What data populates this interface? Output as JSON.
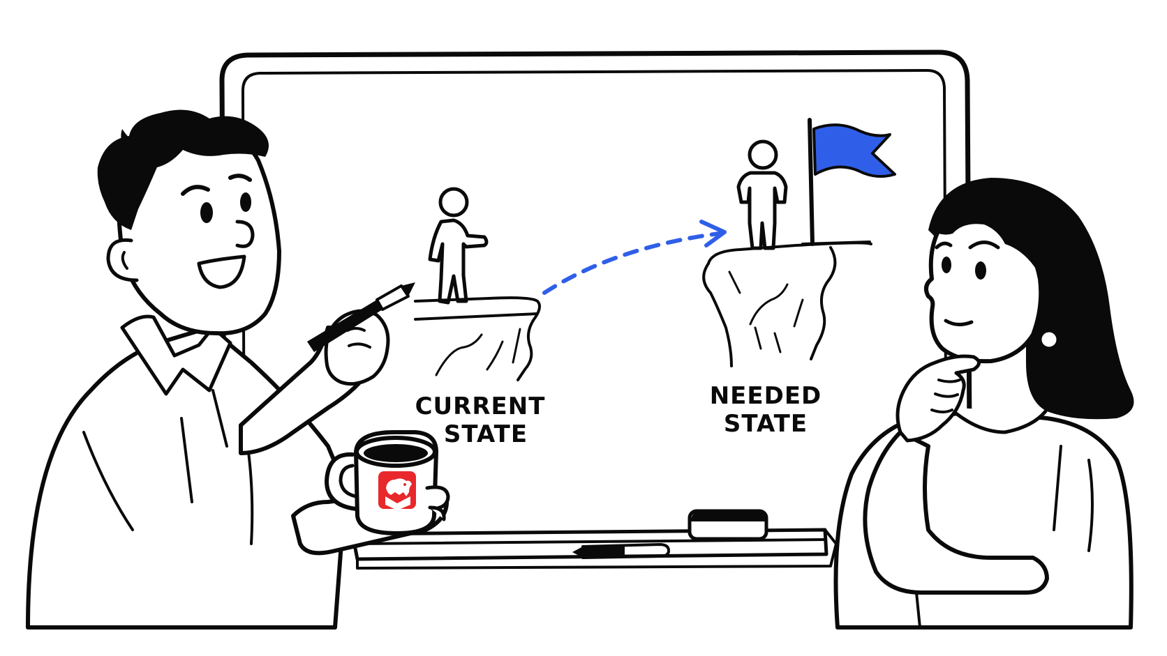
{
  "whiteboard": {
    "current_label_line1": "CURRENT",
    "current_label_line2": "STATE",
    "needed_label_line1": "NEEDED",
    "needed_label_line2": "STATE"
  },
  "colors": {
    "ink": "#0a0a0a",
    "accent_blue": "#2f5fe8",
    "mug_logo_red": "#e8282b",
    "background": "#ffffff"
  },
  "icons": {
    "flag": "flag-icon",
    "mug_logo": "elephant-box-logo-icon"
  }
}
